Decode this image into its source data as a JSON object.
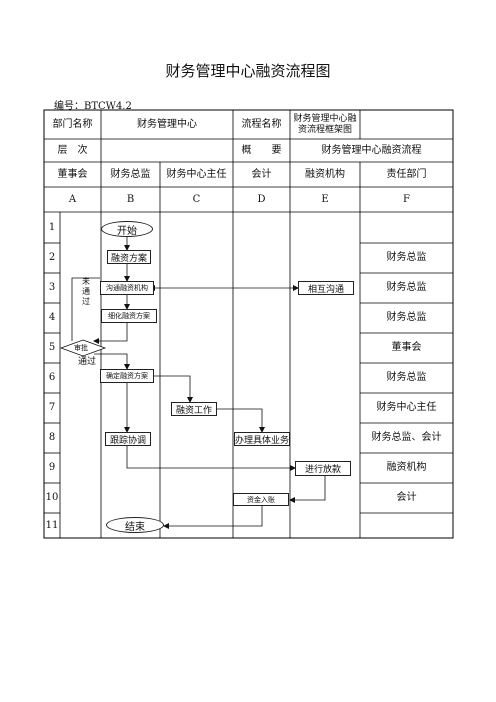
{
  "document": {
    "title": "财务管理中心融资流程图",
    "code": "编号：BTCW4.2"
  },
  "header": {
    "dept_label": "部门名称",
    "dept_value": "财务管理中心",
    "process_label": "流程名称",
    "process_value": "财务管理中心融资流程框架图",
    "level_label": "层　次",
    "level_value": "",
    "summary_label": "概　　要",
    "summary_value": "财务管理中心融资流程"
  },
  "columns": {
    "roles": [
      "董事会",
      "财务总监",
      "财务中心主任",
      "会计",
      "融资机构",
      "责任部门"
    ],
    "letters": [
      "A",
      "B",
      "C",
      "D",
      "E",
      "F"
    ]
  },
  "steps": [
    "1",
    "2",
    "3",
    "4",
    "5",
    "6",
    "7",
    "8",
    "9",
    "10",
    "11"
  ],
  "responsibility": [
    "",
    "财务总监",
    "财务总监",
    "财务总监",
    "董事会",
    "财务总监",
    "财务中心主任",
    "财务总监、会计",
    "融资机构",
    "会计",
    ""
  ],
  "nodes": {
    "start": "开始",
    "plan": "融资方案",
    "communicate": "沟通融资机构",
    "mutual": "相互沟通",
    "refine": "细化融资方案",
    "review": "审批",
    "finalize": "确定融资方案",
    "work": "融资工作",
    "follow": "跟踪协调",
    "handle": "办理具体业务",
    "lend": "进行放款",
    "deposit": "资金入账",
    "end": "结束"
  },
  "labels": {
    "not_passed": "未通过",
    "passed": "通过"
  }
}
